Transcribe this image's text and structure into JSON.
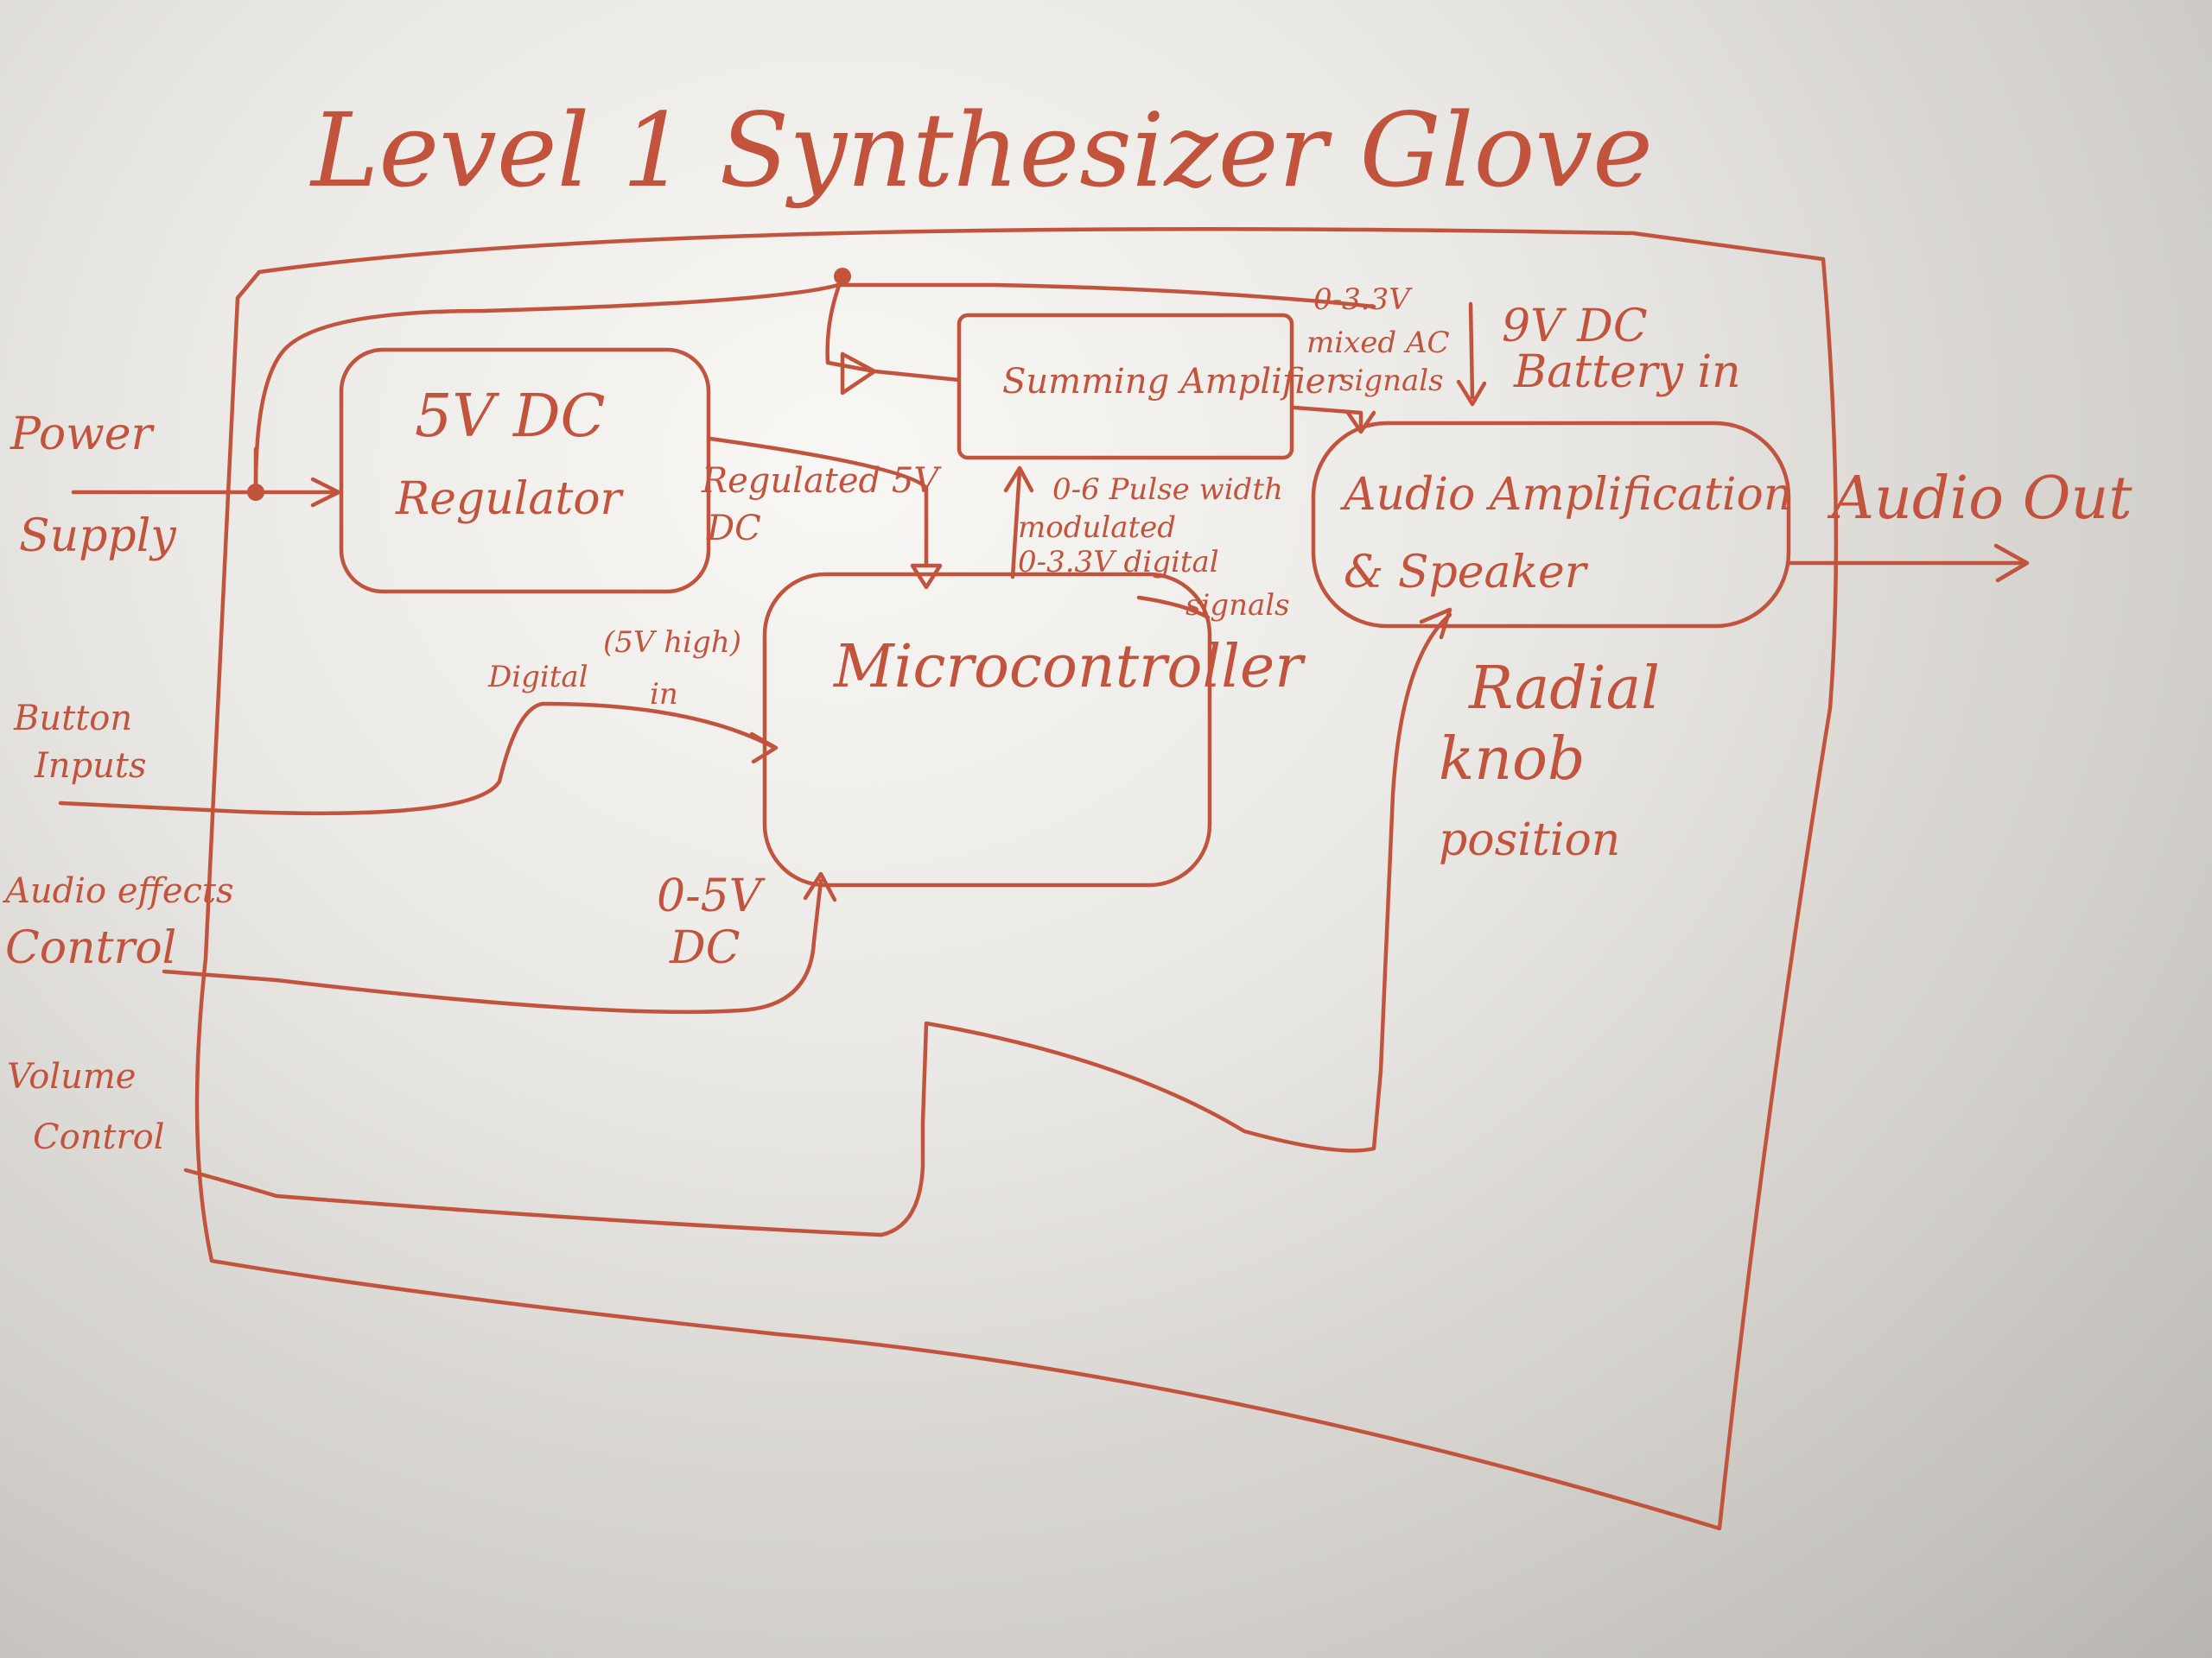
{
  "title": "Level 1 Synthesizer Glove",
  "blocks": {
    "regulator": [
      "5V DC",
      "Regulator"
    ],
    "summing": "Summing Amplifier",
    "microcontroller": "Microcontroller",
    "audio_amp": [
      "Audio Amplification",
      "& Speaker"
    ]
  },
  "inputs": {
    "power": [
      "Power",
      "Supply"
    ],
    "buttons": [
      "Button",
      "Inputs"
    ],
    "effects": [
      "Audio effects",
      "Control"
    ],
    "volume": [
      "Volume",
      "Control"
    ]
  },
  "labels": {
    "regulated": [
      "Regulated 5V",
      "DC"
    ],
    "digital_in": [
      "Digital",
      "(5V high)",
      "in"
    ],
    "analog": [
      "0-5V",
      "DC"
    ],
    "pwm": [
      "0-6 Pulse width",
      "modulated",
      "0-3.3V digital",
      "signals"
    ],
    "mixed": [
      "0-3.3V",
      "mixed AC",
      "signals"
    ],
    "battery": [
      "9V DC",
      "Battery in"
    ],
    "audio_out": "Audio Out",
    "knob": [
      "Radial",
      "knob",
      "position"
    ]
  }
}
